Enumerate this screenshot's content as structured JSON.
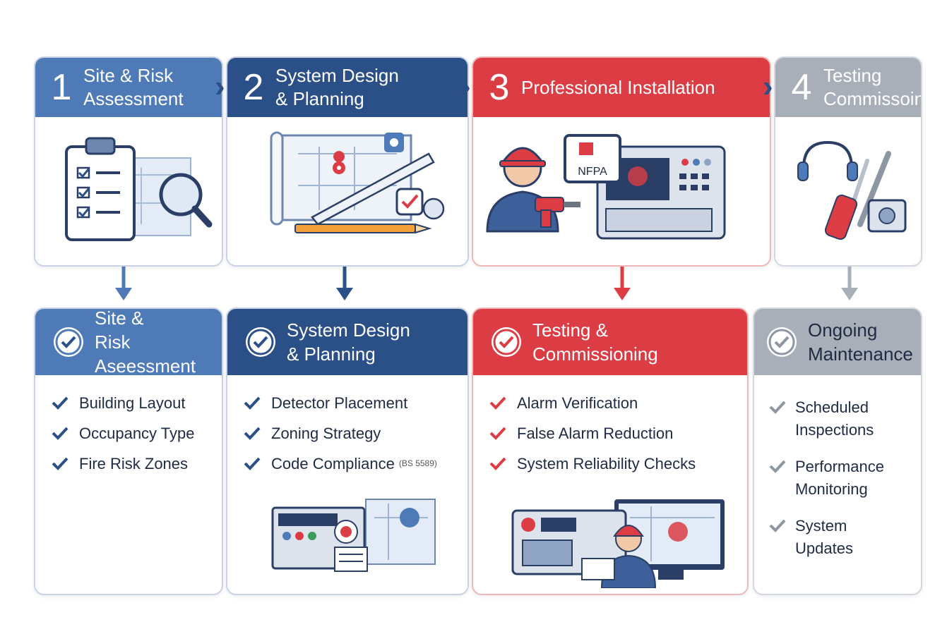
{
  "steps": [
    {
      "number": "1",
      "title": "Site & Risk\nAssessment"
    },
    {
      "number": "2",
      "title": "System Design\n& Planning"
    },
    {
      "number": "3",
      "title": "Professional Installation"
    },
    {
      "number": "4",
      "title": "Testing\nCommissoin"
    }
  ],
  "nfpa_label": "NFPA",
  "details": [
    {
      "title": "Site &\nRisk Aseessment",
      "items": [
        "Building Layout",
        "Occupancy Type",
        "Fire Risk Zones"
      ]
    },
    {
      "title": "System Design\n& Planning",
      "items": [
        "Detector Placement",
        "Zoning Strategy",
        "Code Compliance"
      ],
      "note": "(BS 5589)"
    },
    {
      "title": "Testing &\nCommissioning",
      "items": [
        "Alarm Verification",
        "False Alarm Reduction",
        "System Reliability Checks"
      ]
    },
    {
      "title": "Ongoing\nMaintenance",
      "items": [
        "Scheduled\nInspections",
        "Performance\nMonitoring",
        "System\nUpdates"
      ]
    }
  ],
  "colors": {
    "blue_light": "#4f7ab8",
    "blue_dark": "#2b4f87",
    "red": "#dc3d45",
    "gray": "#a9afb8"
  },
  "icons": [
    "clipboard-icon",
    "magnifier-icon",
    "blueprint-icon",
    "ruler-icon",
    "pencil-icon",
    "technician-icon",
    "drill-icon",
    "alarm-panel-icon",
    "headset-icon",
    "tools-icon",
    "check-circle-icon",
    "checkmark-icon"
  ]
}
